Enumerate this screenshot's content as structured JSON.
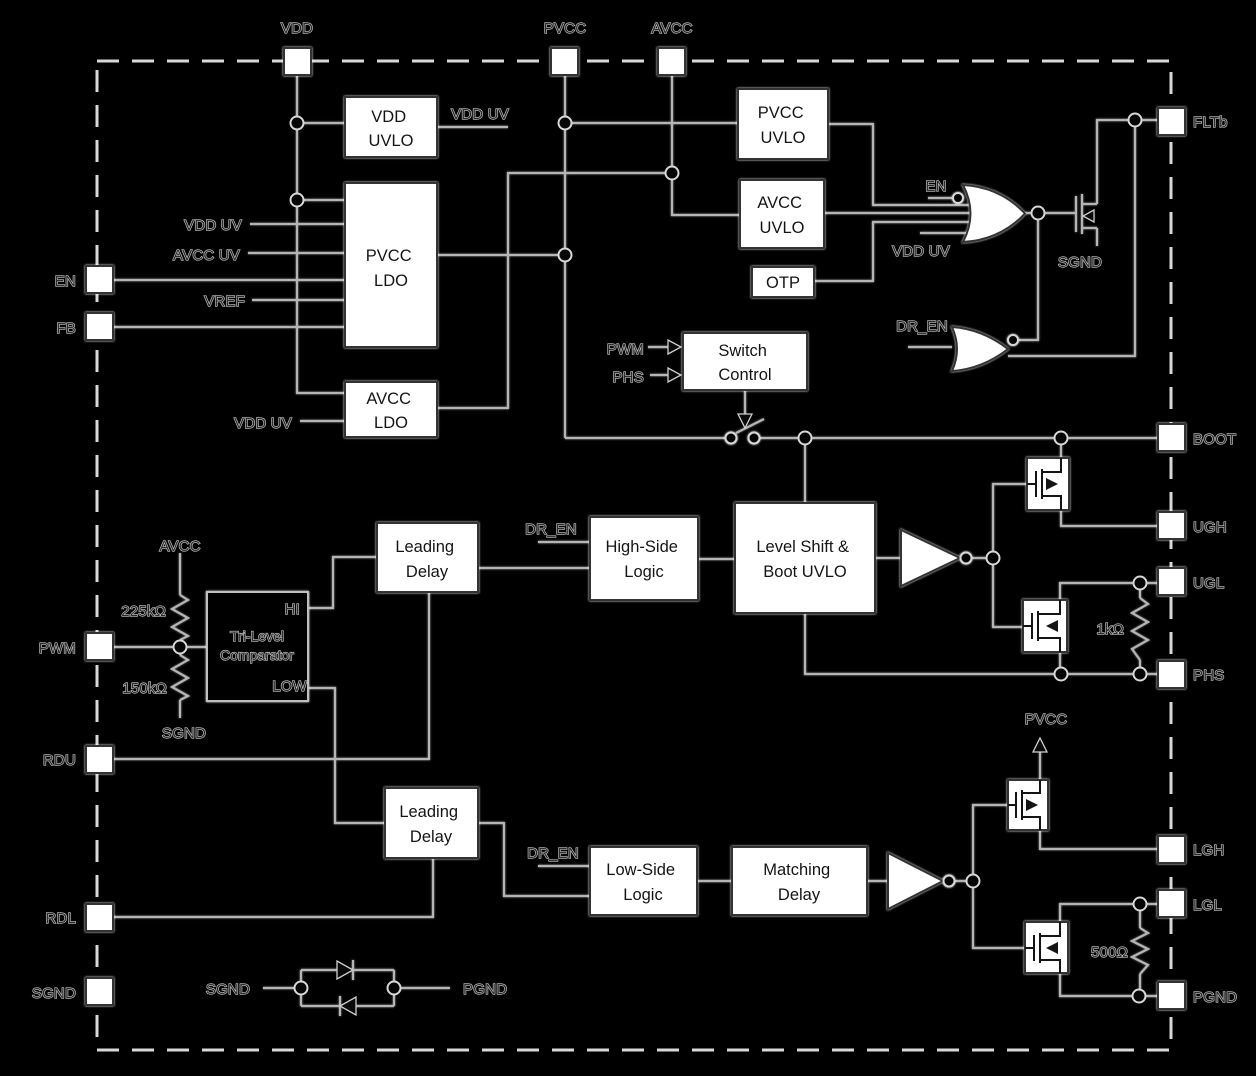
{
  "pins": {
    "vdd": "VDD",
    "pvcc": "PVCC",
    "avcc": "AVCC",
    "fltb": "FLTb",
    "boot": "BOOT",
    "ugh": "UGH",
    "ugl": "UGL",
    "phs": "PHS",
    "lgh": "LGH",
    "lgl": "LGL",
    "pgnd": "PGND",
    "en": "EN",
    "fb": "FB",
    "pwm": "PWM",
    "rdu": "RDU",
    "rdl": "RDL",
    "sgnd": "SGND"
  },
  "blocks": {
    "vdd_uvlo": [
      "VDD",
      "UVLO"
    ],
    "pvcc_ldo": [
      "PVCC",
      "LDO"
    ],
    "avcc_ldo": [
      "AVCC",
      "LDO"
    ],
    "pvcc_uvlo": [
      "PVCC",
      "UVLO"
    ],
    "avcc_uvlo": [
      "AVCC",
      "UVLO"
    ],
    "otp": [
      "OTP"
    ],
    "switch_control": [
      "Switch",
      "Control"
    ],
    "tri_level_comparator": [
      "Tri-Level",
      "Comparator"
    ],
    "leading_delay": [
      "Leading",
      "Delay"
    ],
    "high_side_logic": [
      "High-Side",
      "Logic"
    ],
    "level_shift_boot_uvlo": [
      "Level Shift &",
      "Boot UVLO"
    ],
    "low_side_logic": [
      "Low-Side",
      "Logic"
    ],
    "matching_delay": [
      "Matching",
      "Delay"
    ]
  },
  "signals": {
    "vdd_uv": "VDD UV",
    "avcc_uv": "AVCC UV",
    "vref": "VREF",
    "en": "EN",
    "dr_en": "DR_EN",
    "pwm": "PWM",
    "phs": "PHS",
    "sgnd": "SGND",
    "pgnd": "PGND",
    "avcc": "AVCC",
    "pvcc": "PVCC",
    "hi": "HI",
    "low": "LOW"
  },
  "resistors": {
    "r_top_divider": "225kΩ",
    "r_bottom_divider": "150kΩ",
    "r_ugl_phs": "1kΩ",
    "r_lgl_pgnd": "500Ω"
  },
  "colors": {
    "background": "#000000",
    "box_fill": "#ffffff",
    "box_border": "#333333",
    "wire": "#b5b5b5",
    "label": "#c9c9c9",
    "dash_border": "#d8d8d8"
  }
}
